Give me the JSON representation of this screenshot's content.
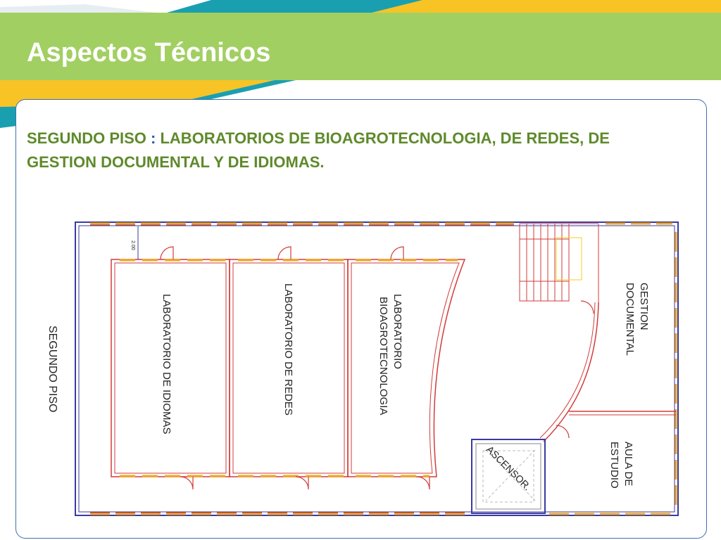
{
  "slide": {
    "title": "Aspectos Técnicos",
    "subtitle_lead": "SEGUNDO PISO",
    "subtitle_sep": " : ",
    "subtitle_rest": "LABORATORIOS DE BIOAGROTECNOLOGIA, DE REDES, DE GESTION DOCUMENTAL Y DE IDIOMAS."
  },
  "floor_plan": {
    "floor_label": "SEGUNDO PISO",
    "rooms": {
      "idiomas": "LABORATORIO DE IDIOMAS",
      "redes": "LABORATORIO DE REDES",
      "bio_line1": "LABORATORIO",
      "bio_line2": "BIOAGROTECNOLOGIA",
      "gestion_line1": "GESTION",
      "gestion_line2": "DOCUMENTAL",
      "aula_line1": "AULA DE",
      "aula_line2": "ESTUDIO",
      "ascensor": "ASCENSOR."
    },
    "dimension_note": "2.00"
  },
  "colors": {
    "title_band": "#a2cf62",
    "wall_outer": "#3a3aa0",
    "wall_inner": "#d33b3b",
    "window": "#f2a81c",
    "subtitle_text": "#5e8a2b"
  }
}
